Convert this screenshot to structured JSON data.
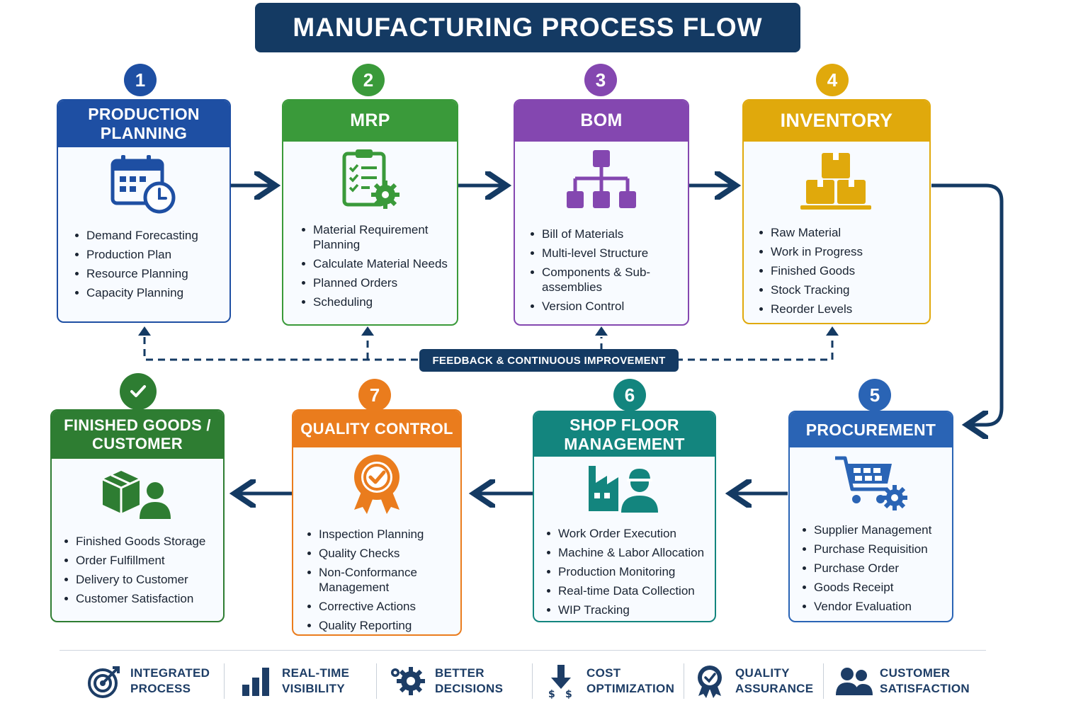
{
  "title": "MANUFACTURING PROCESS FLOW",
  "feedback_label": "FEEDBACK & CONTINUOUS IMPROVEMENT",
  "colors": {
    "navy": "#143a63",
    "blue": "#1e4fa3",
    "green": "#3a9a3a",
    "purple": "#8447b0",
    "gold": "#e0a90c",
    "teal": "#13857e",
    "orange": "#ea7c1d",
    "dark_green": "#2e7d32",
    "procure_blue": "#2a64b5"
  },
  "steps": [
    {
      "number": "1",
      "heading_line1": "PRODUCTION",
      "heading_line2": "PLANNING",
      "icon": "calendar-clock-icon",
      "items": [
        "Demand Forecasting",
        "Production Plan",
        "Resource Planning",
        "Capacity Planning"
      ]
    },
    {
      "number": "2",
      "heading_line1": "MRP",
      "icon": "clipboard-gear-icon",
      "items": [
        "Material Requirement Planning",
        "Calculate Material Needs",
        "Planned Orders",
        "Scheduling"
      ]
    },
    {
      "number": "3",
      "heading_line1": "BOM",
      "icon": "hierarchy-icon",
      "items": [
        "Bill of Materials",
        "Multi-level Structure",
        "Components & Sub-assemblies",
        "Version Control"
      ]
    },
    {
      "number": "4",
      "heading_line1": "INVENTORY",
      "icon": "boxes-icon",
      "items": [
        "Raw Material",
        "Work in Progress",
        "Finished Goods",
        "Stock Tracking",
        "Reorder Levels"
      ]
    },
    {
      "number": "5",
      "heading_line1": "PROCUREMENT",
      "icon": "cart-gear-icon",
      "items": [
        "Supplier Management",
        "Purchase Requisition",
        "Purchase Order",
        "Goods Receipt",
        "Vendor Evaluation"
      ]
    },
    {
      "number": "6",
      "heading_line1": "SHOP FLOOR",
      "heading_line2": "MANAGEMENT",
      "icon": "factory-worker-icon",
      "items": [
        "Work Order Execution",
        "Machine & Labor Allocation",
        "Production Monitoring",
        "Real-time Data Collection",
        "WIP Tracking"
      ]
    },
    {
      "number": "7",
      "heading_line1": "QUALITY CONTROL",
      "icon": "award-badge-icon",
      "items": [
        "Inspection Planning",
        "Quality Checks",
        "Non-Conformance Management",
        "Corrective Actions",
        "Quality Reporting"
      ]
    },
    {
      "number": "",
      "heading_line1": "FINISHED GOODS /",
      "heading_line2": "CUSTOMER",
      "icon": "box-customer-icon",
      "items": [
        "Finished Goods Storage",
        "Order Fulfillment",
        "Delivery to Customer",
        "Customer Satisfaction"
      ]
    }
  ],
  "benefits": [
    {
      "line1": "INTEGRATED",
      "line2": "PROCESS",
      "icon": "target-icon"
    },
    {
      "line1": "REAL-TIME",
      "line2": "VISIBILITY",
      "icon": "bar-chart-icon"
    },
    {
      "line1": "BETTER",
      "line2": "DECISIONS",
      "icon": "gears-icon"
    },
    {
      "line1": "COST",
      "line2": "OPTIMIZATION",
      "icon": "cost-down-icon"
    },
    {
      "line1": "QUALITY",
      "line2": "ASSURANCE",
      "icon": "quality-badge-icon"
    },
    {
      "line1": "CUSTOMER",
      "line2": "SATISFACTION",
      "icon": "customers-icon"
    }
  ]
}
